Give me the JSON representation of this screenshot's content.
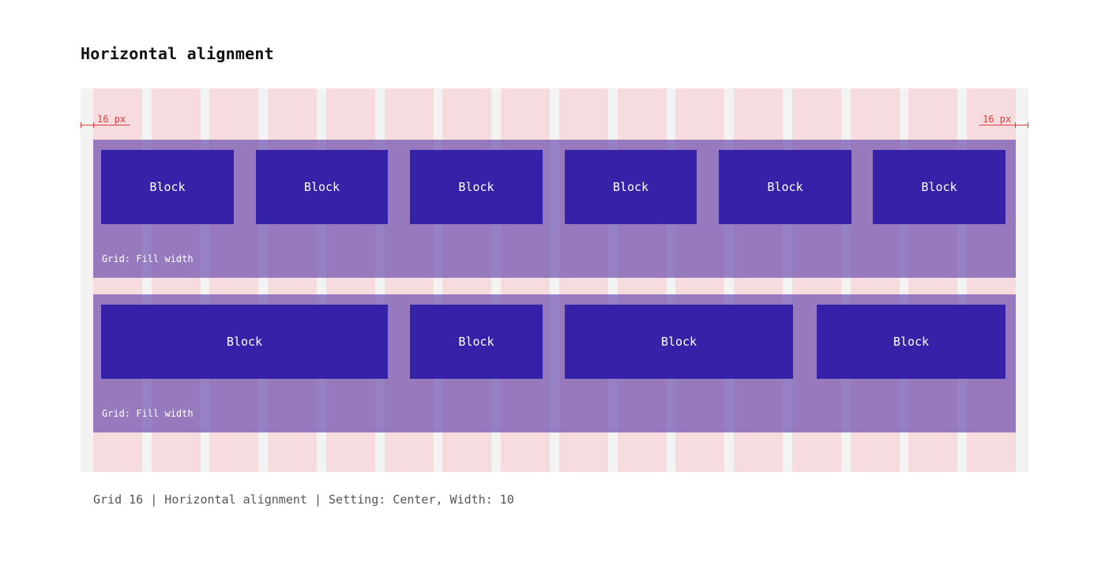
{
  "page": {
    "title": "Horizontal alignment",
    "caption": "Grid 16 | Horizontal alignment | Setting: Center, Width: 10"
  },
  "grid": {
    "columns": 16,
    "margin_label_left": "16 px",
    "margin_label_right": "16 px"
  },
  "rows": [
    {
      "label": "Grid: Fill width",
      "blocks": [
        {
          "label": "Block"
        },
        {
          "label": "Block"
        },
        {
          "label": "Block"
        },
        {
          "label": "Block"
        },
        {
          "label": "Block"
        },
        {
          "label": "Block"
        }
      ]
    },
    {
      "label": "Grid: Fill width",
      "blocks": [
        {
          "label": "Block"
        },
        {
          "label": "Block"
        },
        {
          "label": "Block"
        },
        {
          "label": "Block"
        }
      ]
    }
  ],
  "colors": {
    "grid_column": "#f7dcdf",
    "row_fill": "#8f72c0",
    "block_fill": "#3522a8",
    "measure": "#e53935"
  }
}
